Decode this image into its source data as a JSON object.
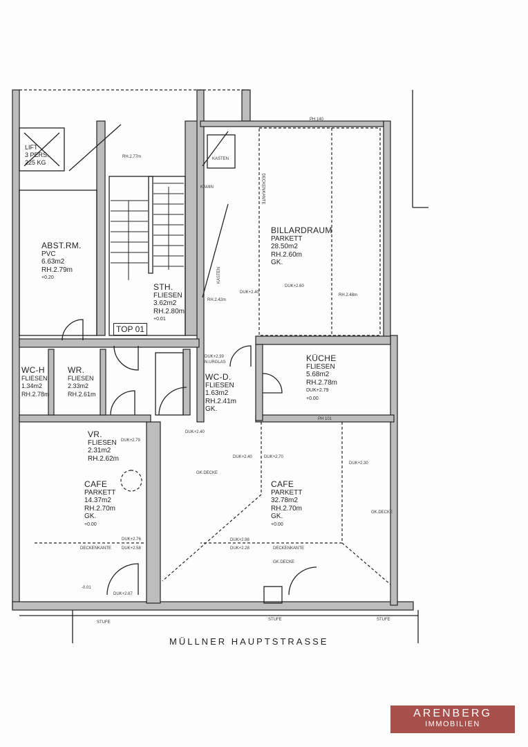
{
  "lift": {
    "l1": "LIFT",
    "l2": "3 PERS.",
    "l3": "225 KG"
  },
  "top_label": "TOP 01",
  "rooms": [
    {
      "name": "ABST.RM.",
      "floor": "PVC",
      "area": "6.63m2",
      "height": "RH.2.79m",
      "level": "+0.20"
    },
    {
      "name": "STH.",
      "floor": "FLIESEN",
      "area": "3.62m2",
      "height": "RH.2.80m",
      "level": "+0.01"
    },
    {
      "name": "WC-H",
      "floor": "FLIESEN",
      "area": "1.34m2",
      "height": "RH.2.78m"
    },
    {
      "name": "WR.",
      "floor": "FLIESEN",
      "area": "2.33m2",
      "height": "RH.2.61m"
    },
    {
      "name": "WC-D.",
      "floor": "FLIESEN",
      "area": "1.63m2",
      "height": "RH.2.41m",
      "ceiling": "GK."
    },
    {
      "name": "BILLARDRAUM",
      "floor": "PARKETT",
      "area": "28.50m2",
      "height": "RH.2.60m",
      "ceiling": "GK."
    },
    {
      "name": "KÜCHE",
      "floor": "FLIESEN",
      "area": "5.68m2",
      "height": "RH.2.78m",
      "extra": "DUK+2.79",
      "level": "+0.00"
    },
    {
      "name": "VR.",
      "floor": "FLIESEN",
      "area": "2.31m2",
      "height": "RH.2.62m"
    },
    {
      "name": "CAFE",
      "floor": "PARKETT",
      "area": "14.37m2",
      "height": "RH.2.70m",
      "ceiling": "GK.",
      "level": "+0.00"
    },
    {
      "name": "CAFE",
      "floor": "PARKETT",
      "area": "32.78m2",
      "height": "RH.2.70m",
      "ceiling": "GK.",
      "level": "+0.00"
    }
  ],
  "notes": {
    "rh277": "RH.2.77m",
    "rh242": "RH.2.42m",
    "rh248": "RH.2.48m",
    "duk240a": "DUK+2.40",
    "duk260": "DUK+2.60",
    "duk239": "DUK+2.39",
    "nurglas": "N.URGLAS",
    "kasten1": "KASTEN",
    "kasten2": "KASTEN",
    "kamin": "KAMIN",
    "deckenkante_v": "DECKENKANTE",
    "ph101": "PH 101",
    "ph140": "PH 140",
    "duk279": "DUK+2.79",
    "duk240b": "DUK+2.40",
    "gkdecke1": "GK.DECKE",
    "duk240c": "DUK+2.40",
    "duk270": "DUK+2.70",
    "duk230": "DUK+2.30",
    "gkdecke2": "GK.DECKE",
    "duk276": "DUK+2.76",
    "deckenkante1": "DECKENKANTE",
    "duk258": "DUK+2.58",
    "duk298": "DUK+2.98",
    "duk228": "DUK+2.28",
    "deckenkante2": "DECKENKANTE",
    "gkdecke3": "GK.DECKE",
    "duk267": "DUK+2.67",
    "lvl001": "-0.01",
    "stufe1": "STUFE",
    "stufe2": "STUFE",
    "stufe3": "STUFE"
  },
  "street": "MÜLLNER HAUPTSTRASSE",
  "logo": {
    "line1": "ARENBERG",
    "line2": "IMMOBILIEN",
    "color": "#a8504c"
  }
}
